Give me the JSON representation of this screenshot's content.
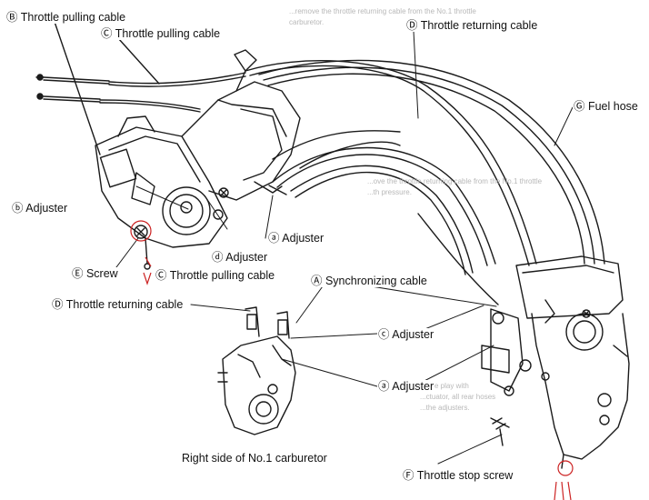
{
  "labels": {
    "b_throttle_pulling_cable": "Ⓑ Throttle pulling cable",
    "c_throttle_pulling_cable_top": "Ⓒ Throttle pulling cable",
    "d_throttle_returning_cable_top": "Ⓓ Throttle returning cable",
    "g_fuel_hose": "Ⓖ Fuel hose",
    "b_adjuster": "ⓑ Adjuster",
    "a_adjuster_top": "ⓐ Adjuster",
    "d_adjuster": "ⓓ Adjuster",
    "e_screw": "Ⓔ Screw",
    "c_throttle_pulling_cable_mid": "Ⓒ Throttle pulling cable",
    "a_synchronizing_cable": "Ⓐ Synchronizing cable",
    "d_throttle_returning_cable_mid": "Ⓓ Throttle returning cable",
    "c_adjuster": "ⓒ Adjuster",
    "a_adjuster_bottom": "ⓐ Adjuster",
    "f_throttle_stop_screw": "Ⓕ Throttle stop screw"
  },
  "caption": "Right side of No.1 carburetor",
  "background_text": [
    "...remove the throttle returning cable from the No.1 throttle",
    "carburetor.",
    "...ove the throttle returning cable from the No.1 throttle",
    "...th pressure.",
    "...free play with",
    "...ctuator, all rear hoses",
    "...the adjusters."
  ],
  "colors": {
    "line": "#1a1a1a",
    "mark": "#cc2222",
    "bg_text": "#b8b8b8"
  }
}
